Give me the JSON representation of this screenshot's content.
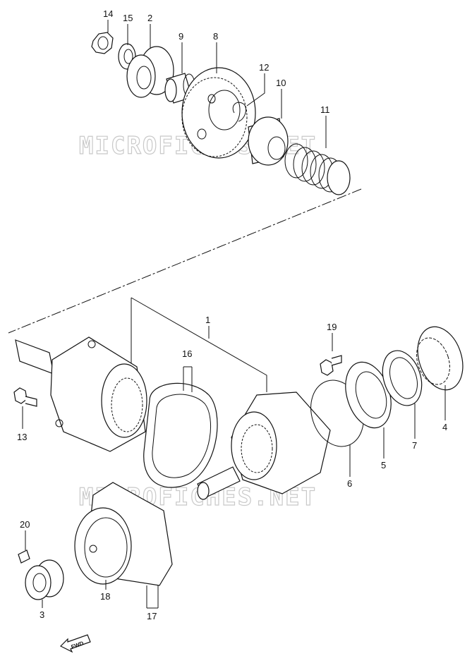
{
  "watermarks": [
    "MICROFICHES.NET",
    "MICROFICHES.NET"
  ],
  "callouts": [
    {
      "id": "14",
      "text": "14"
    },
    {
      "id": "15",
      "text": "15"
    },
    {
      "id": "2",
      "text": "2"
    },
    {
      "id": "9",
      "text": "9"
    },
    {
      "id": "8",
      "text": "8"
    },
    {
      "id": "12",
      "text": "12"
    },
    {
      "id": "10",
      "text": "10"
    },
    {
      "id": "11",
      "text": "11"
    },
    {
      "id": "1",
      "text": "1"
    },
    {
      "id": "16",
      "text": "16"
    },
    {
      "id": "19",
      "text": "19"
    },
    {
      "id": "13",
      "text": "13"
    },
    {
      "id": "4",
      "text": "4"
    },
    {
      "id": "7",
      "text": "7"
    },
    {
      "id": "5",
      "text": "5"
    },
    {
      "id": "6",
      "text": "6"
    },
    {
      "id": "20",
      "text": "20"
    },
    {
      "id": "18",
      "text": "18"
    },
    {
      "id": "17",
      "text": "17"
    },
    {
      "id": "3",
      "text": "3"
    }
  ],
  "fwd_label": "FWD"
}
